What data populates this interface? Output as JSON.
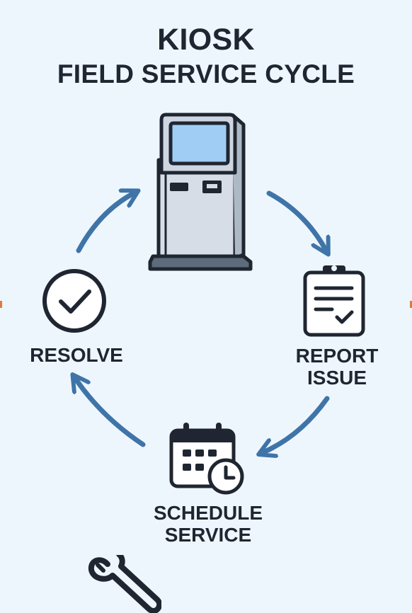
{
  "title": {
    "line1": "KIOSK",
    "line2": "FIELD SERVICE CYCLE"
  },
  "steps": {
    "report": {
      "line1": "REPORT",
      "line2": "ISSUE",
      "icon": "clipboard-check-icon"
    },
    "schedule": {
      "line1": "SCHEDULE",
      "line2": "SERVICE",
      "icon": "calendar-clock-icon"
    },
    "resolve": {
      "label": "RESOLVE",
      "icon": "checkmark-circle-icon"
    }
  },
  "icons": {
    "kiosk": "kiosk-icon",
    "wrench": "wrench-icon"
  },
  "colors": {
    "background": "#eef6fd",
    "text": "#1f2631",
    "arrow": "#3f74a8",
    "screen": "#9fcdf4",
    "kiosk_body": "#d6dde6"
  }
}
